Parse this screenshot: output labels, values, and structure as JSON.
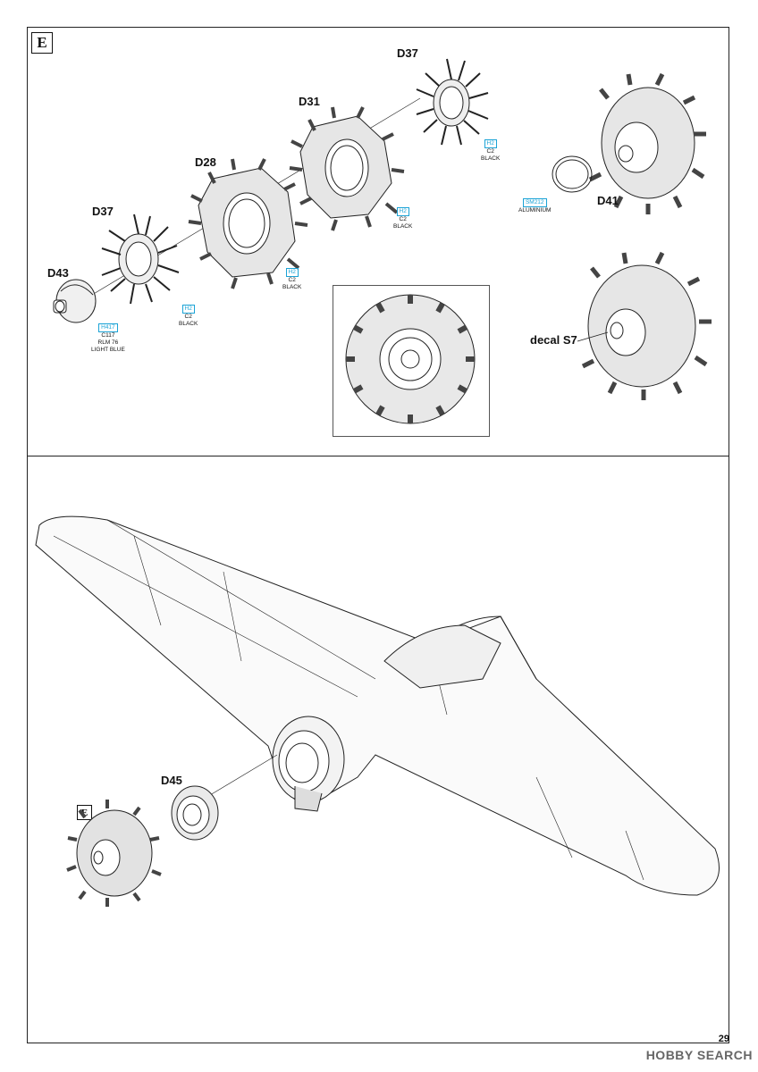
{
  "step": {
    "top_marker": "E",
    "bottom_marker": "E"
  },
  "parts": {
    "d37_top": "D37",
    "d31": "D31",
    "d28": "D28",
    "d37_left": "D37",
    "d43": "D43",
    "d41": "D41",
    "decal": "decal S7",
    "d45": "D45"
  },
  "paints": {
    "p1": {
      "code": "H2",
      "c": "C2",
      "name": "BLACK"
    },
    "p2": {
      "code": "H2",
      "c": "C2",
      "name": "BLACK"
    },
    "p3": {
      "code": "H2",
      "c": "C2",
      "name": "BLACK"
    },
    "p4": {
      "code": "H2",
      "c": "C2",
      "name": "BLACK"
    },
    "p5": {
      "code": "H417",
      "c": "C117",
      "name1": "RLM 76",
      "name2": "LIGHT BLUE"
    },
    "p6": {
      "code": "SM212",
      "name": "ALUMINIUM"
    }
  },
  "colors": {
    "paint_code": "#1ba3d6",
    "line": "#222222"
  },
  "page_number": "29",
  "watermark": "HOBBY SEARCH"
}
